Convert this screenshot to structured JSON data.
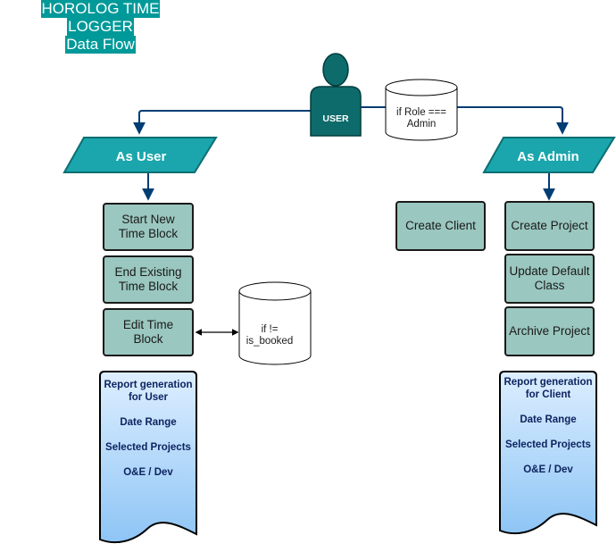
{
  "title": {
    "line1": "HOROLOG TIME",
    "line2": "LOGGER",
    "line3": "Data Flow"
  },
  "colors": {
    "title_bg": "#009999",
    "parallelogram": "#1aa6ac",
    "arrow": "#003d73",
    "box_fill": "#9ac7bf",
    "person": "#0e6b6b",
    "report_gradient_top": "#ddeeff",
    "report_gradient_bottom": "#8ec5f5"
  },
  "actor": {
    "label": "USER",
    "icon": "person-icon"
  },
  "conditions": {
    "admin": "if Role ===\nAdmin",
    "booked": "if !=\nis_booked"
  },
  "user_branch": {
    "label": "As User",
    "actions": [
      "Start New\nTime Block",
      "End Existing\nTime Block",
      "Edit Time\nBlock"
    ],
    "report": {
      "title": "Report generation\nfor User",
      "items": [
        "Date Range",
        "Selected Projects",
        "O&E / Dev"
      ]
    }
  },
  "admin_branch": {
    "label": "As Admin",
    "create_client": "Create Client",
    "actions": [
      "Create Project",
      "Update Default\nClass",
      "Archive Project"
    ],
    "report": {
      "title": "Report generation\nfor Client",
      "items": [
        "Date Range",
        "Selected Projects",
        "O&E / Dev"
      ]
    }
  }
}
